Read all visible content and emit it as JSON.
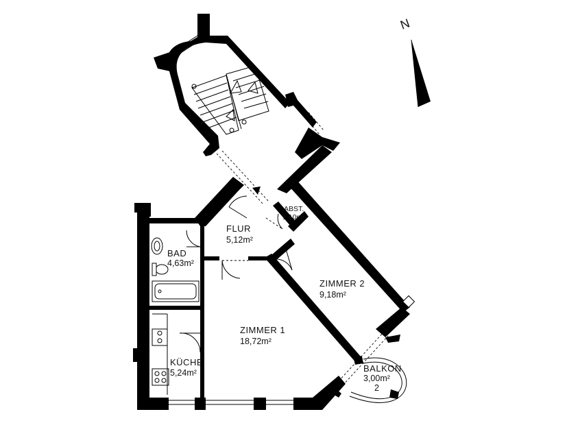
{
  "compass": {
    "label": "N"
  },
  "rooms": {
    "flur": {
      "name": "FLUR",
      "area": "5,12m²"
    },
    "abst": {
      "name": "ABST.",
      "area": "1,10m²"
    },
    "bad": {
      "name": "BAD",
      "area": "4,63m²"
    },
    "zimmer1": {
      "name": "ZIMMER 1",
      "area": "18,72m²"
    },
    "zimmer2": {
      "name": "ZIMMER 2",
      "area": "9,18m²"
    },
    "kueche": {
      "name": "KÜCHE",
      "area": "5,24m²"
    },
    "balkon": {
      "name": "BALKON",
      "area": "3,00m²",
      "number": "2"
    }
  }
}
